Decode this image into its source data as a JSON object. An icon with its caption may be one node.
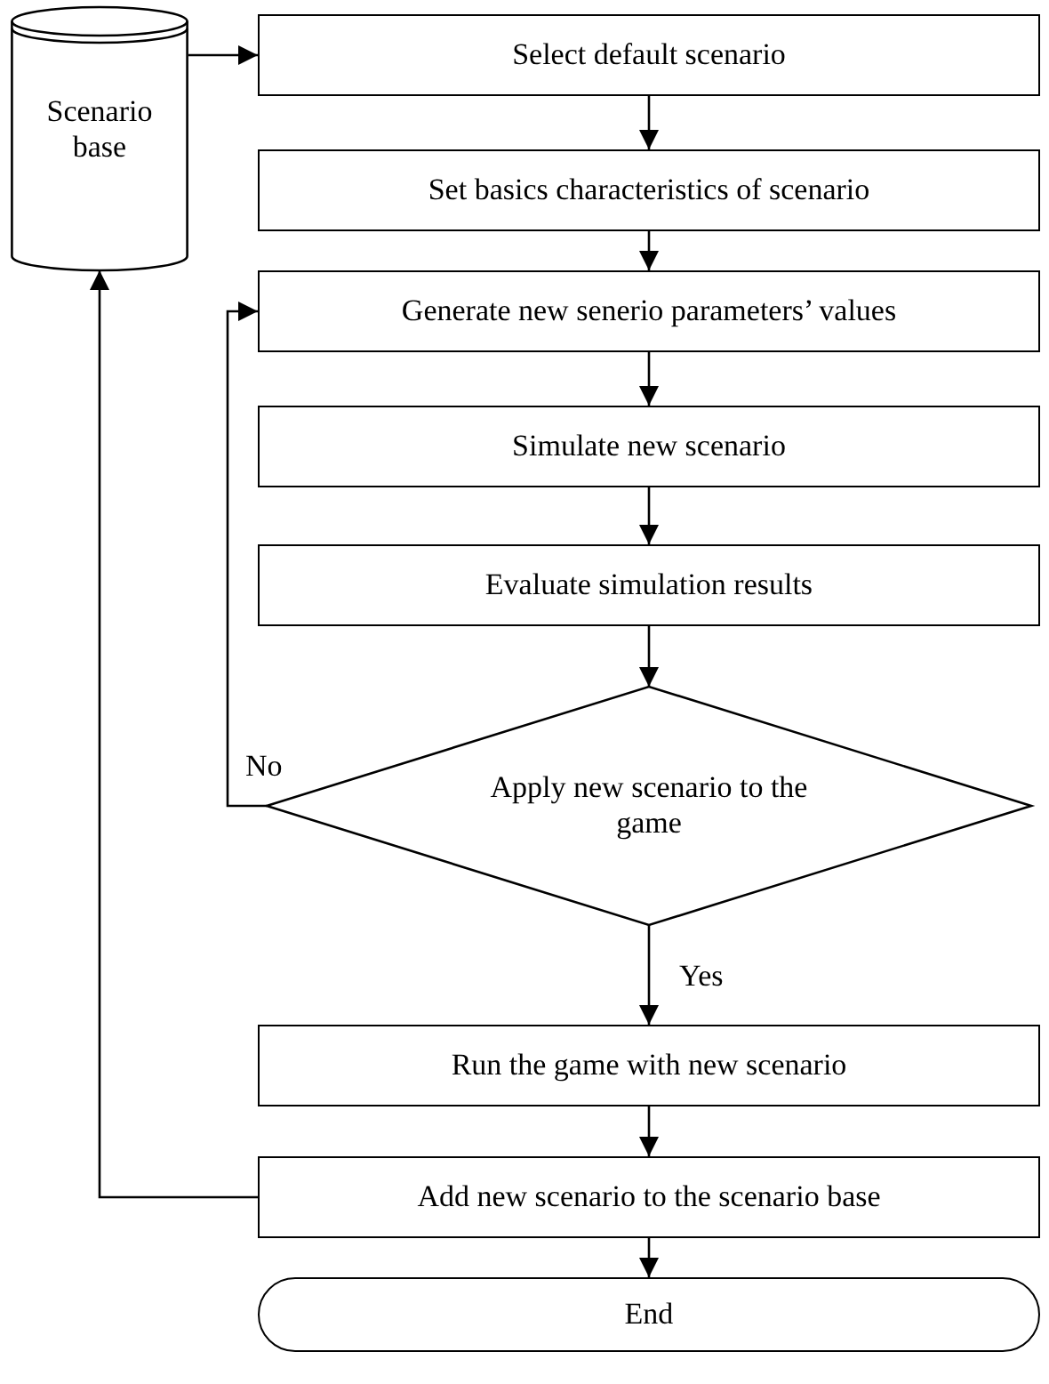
{
  "diagram": {
    "nodes": [
      {
        "text": [
          "Scenario base"
        ]
      },
      {
        "text": [
          "Select default scenario"
        ]
      },
      {
        "text": [
          "Set basics characteristics of scenario"
        ]
      },
      {
        "text": [
          "Generate new senerio parameters’ values"
        ]
      },
      {
        "text": [
          "Simulate new scenario"
        ]
      },
      {
        "text": [
          "Evaluate simulation results"
        ]
      },
      {
        "text": [
          "Apply new scenario to the game"
        ]
      },
      {
        "text": [
          "Run the game with new scenario"
        ]
      },
      {
        "text": [
          "Add new scenario to the scenario base"
        ]
      },
      {
        "text": [
          "End"
        ]
      }
    ],
    "edges": [
      {
        "from": 0,
        "to": 1,
        "arrow": "to"
      },
      {
        "from": 1,
        "to": 2,
        "arrow": "to"
      },
      {
        "from": 2,
        "to": 3,
        "arrow": "to"
      },
      {
        "from": 3,
        "to": 4,
        "arrow": "to"
      },
      {
        "from": 4,
        "to": 5,
        "arrow": "to"
      },
      {
        "from": 5,
        "to": 6,
        "arrow": "to"
      },
      {
        "from": 6,
        "to": 3,
        "arrow": "to",
        "label": "No"
      },
      {
        "from": 6,
        "to": 7,
        "arrow": "to",
        "label": "Yes"
      },
      {
        "from": 7,
        "to": 8,
        "arrow": "to"
      },
      {
        "from": 8,
        "to": 0,
        "arrow": "to"
      },
      {
        "from": 8,
        "to": 9,
        "arrow": "to"
      }
    ]
  }
}
